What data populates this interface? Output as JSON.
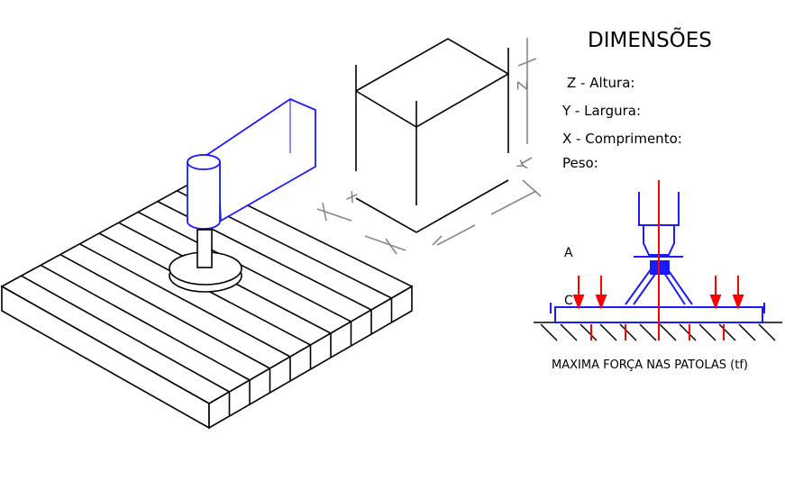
{
  "title": "DIMENSÕES",
  "fields": [
    {
      "label": "Z - Altura:"
    },
    {
      "label": "Y - Largura:"
    },
    {
      "label": "X - Comprimento:"
    },
    {
      "label": "Peso:"
    }
  ],
  "dimension_letters": {
    "z": "Z",
    "y": "Y",
    "x": "X"
  },
  "outrigger_diagram": {
    "point_a": "A",
    "point_c": "C",
    "caption": "MAXIMA FORÇA NAS PATOLAS (tf)"
  },
  "colors": {
    "line": "#000000",
    "machine": "#1a1aff",
    "force": "#ff0000",
    "dimension": "#888888"
  }
}
